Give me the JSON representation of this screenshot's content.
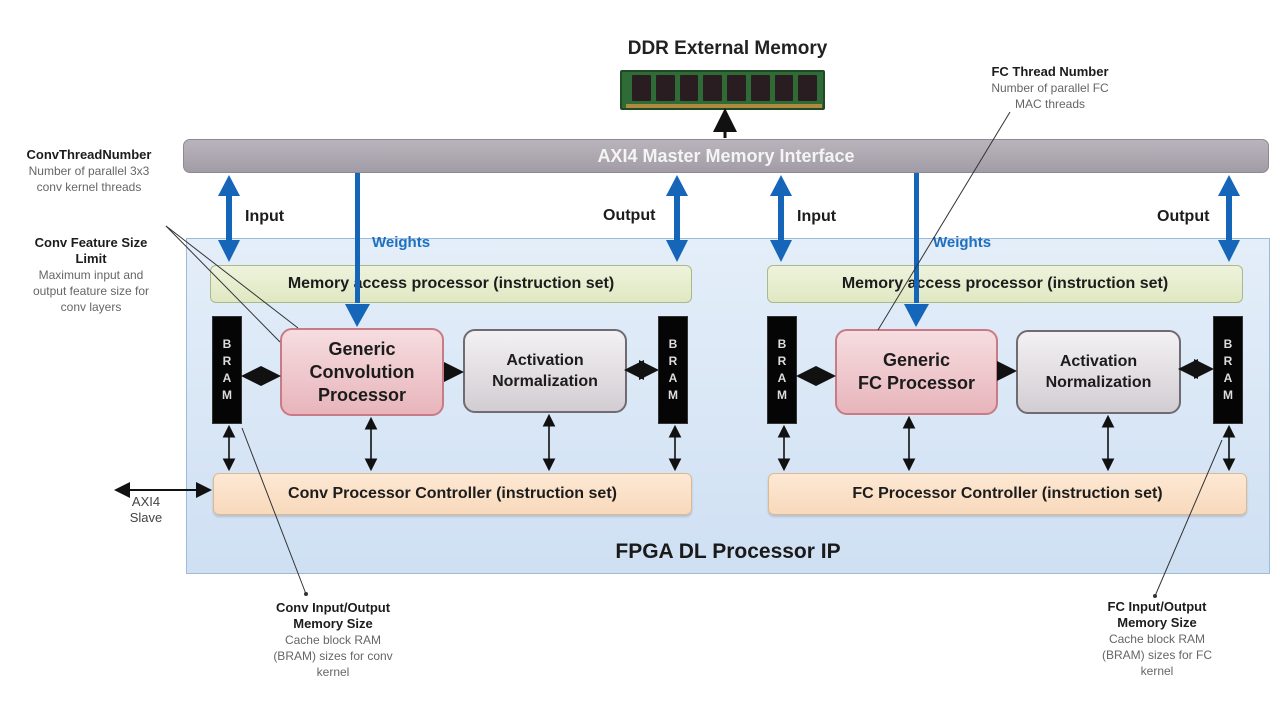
{
  "ddr": {
    "title": "DDR External Memory"
  },
  "axi_master": {
    "label": "AXI4 Master Memory Interface"
  },
  "fpga": {
    "label": "FPGA DL Processor IP"
  },
  "flow_labels": {
    "input": "Input",
    "output": "Output",
    "weights": "Weights"
  },
  "bram_letters": [
    "B",
    "R",
    "A",
    "M"
  ],
  "conv": {
    "memory_access": "Memory access processor (instruction set)",
    "processor_lines": [
      "Generic",
      "Convolution",
      "Processor"
    ],
    "activation_lines": [
      "Activation",
      "Normalization"
    ],
    "controller": "Conv Processor Controller (instruction set)"
  },
  "fc": {
    "memory_access": "Memory access processor (instruction set)",
    "processor_lines": [
      "Generic",
      "FC Processor"
    ],
    "activation_lines": [
      "Activation",
      "Normalization"
    ],
    "controller": "FC Processor Controller (instruction set)"
  },
  "axi_slave": {
    "line1": "AXI4",
    "line2": "Slave"
  },
  "annotations": {
    "conv_thread": {
      "title": "ConvThreadNumber",
      "lines": [
        "Number of parallel 3x3",
        "conv kernel threads"
      ]
    },
    "conv_feature": {
      "title_lines": [
        "Conv Feature Size",
        "Limit"
      ],
      "lines": [
        "Maximum input and",
        "output feature size for",
        "conv layers"
      ]
    },
    "fc_thread": {
      "title": "FC Thread Number",
      "lines": [
        "Number of parallel FC",
        "MAC threads"
      ]
    },
    "conv_memory": {
      "title_lines": [
        "Conv Input/Output",
        "Memory Size"
      ],
      "lines": [
        "Cache block RAM",
        "(BRAM) sizes for conv",
        "kernel"
      ]
    },
    "fc_memory": {
      "title_lines": [
        "FC Input/Output",
        "Memory Size"
      ],
      "lines": [
        "Cache block RAM",
        "(BRAM) sizes for FC",
        "kernel"
      ]
    }
  },
  "colors": {
    "arrow_blue": "#1565b8",
    "axi_bar": "#aaa4ad",
    "fpga_bg": "#d6e5f5",
    "processor": "#ecc3c8",
    "mem_access": "#e5ecca",
    "controller": "#fbe0c6"
  }
}
